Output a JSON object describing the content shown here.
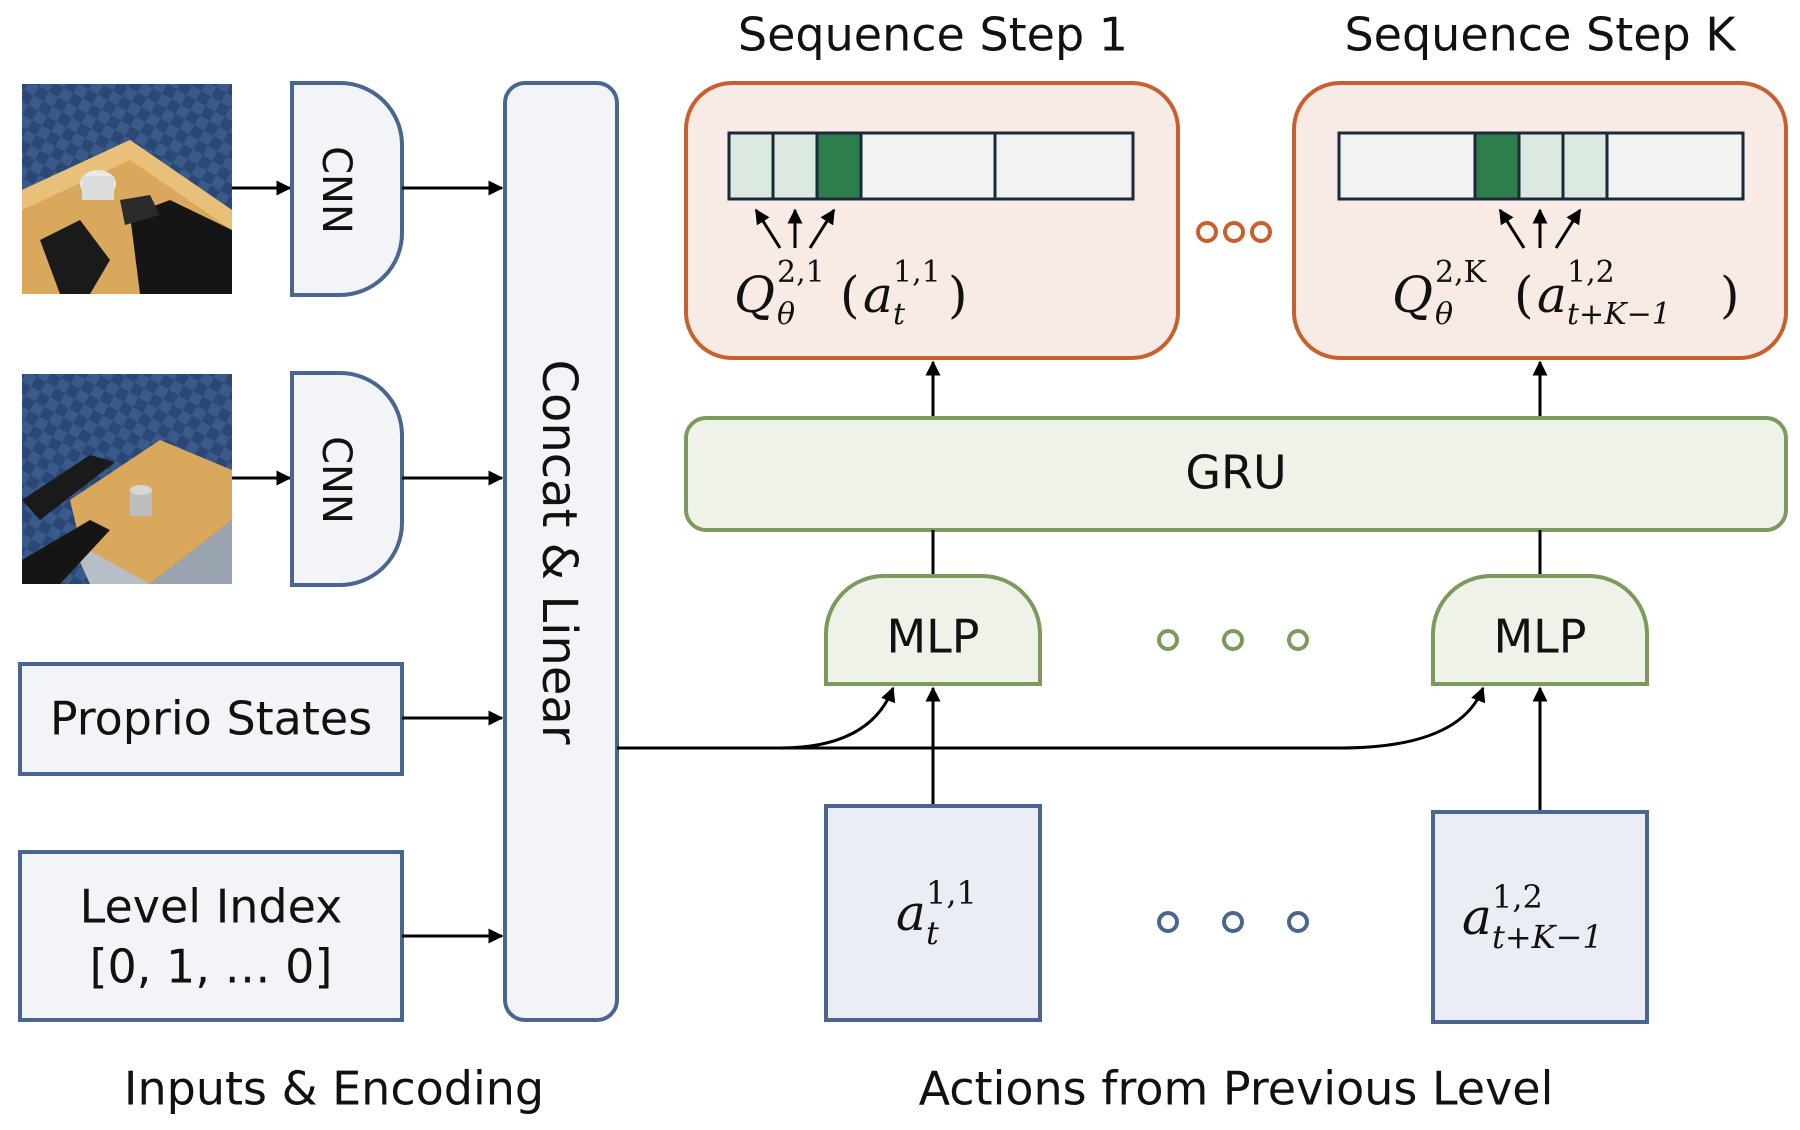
{
  "inputs": {
    "cnn1_label": "CNN",
    "cnn2_label": "CNN",
    "proprio_label": "Proprio States",
    "level_label_line1": "Level Index",
    "level_label_line2": "[0, 1, … 0]",
    "concat_label": "Concat & Linear",
    "section_caption": "Inputs & Encoding"
  },
  "sequence": {
    "step1_title": "Sequence Step 1",
    "stepK_title": "Sequence Step K",
    "q1": {
      "base": "Q",
      "sub": "θ",
      "sup": "2,1",
      "arg_base": "a",
      "arg_sub": "t",
      "arg_sup": "1,1"
    },
    "qK": {
      "base": "Q",
      "sub": "θ",
      "sup": "2,K",
      "arg_base": "a",
      "arg_sub": "t+K−1",
      "arg_sup": "1,2"
    },
    "step1_highlight_index": 2,
    "stepK_highlight_index": 3
  },
  "model": {
    "gru_label": "GRU",
    "mlp1_label": "MLP",
    "mlp2_label": "MLP"
  },
  "actions": {
    "a1": {
      "base": "a",
      "sub": "t",
      "sup": "1,1"
    },
    "a2": {
      "base": "a",
      "sub": "t+K−1",
      "sup": "1,2"
    },
    "section_caption": "Actions from Previous Level"
  },
  "colors": {
    "blue_border": "#4a6590",
    "blue_fill": "#f2f4f8",
    "action_fill": "#eaedf4",
    "orange_border": "#c8602e",
    "orange_fill": "#f8ebe6",
    "green_border": "#7a9a5e",
    "green_fill": "#eef2e8",
    "q_dark": "#2e7d4c",
    "q_light": "#dbe9e1",
    "q_empty": "#f2f2f2",
    "orange_dots": "#c8602e",
    "green_dots": "#7a9a5e",
    "blue_dots": "#4a6590"
  },
  "images": [
    {
      "name": "camera-image-top",
      "content": "robot arm grasping a cup on a wooden table, checkered blue floor"
    },
    {
      "name": "camera-image-side",
      "content": "robot arm over a wooden table with a cup, checkered blue floor"
    }
  ]
}
